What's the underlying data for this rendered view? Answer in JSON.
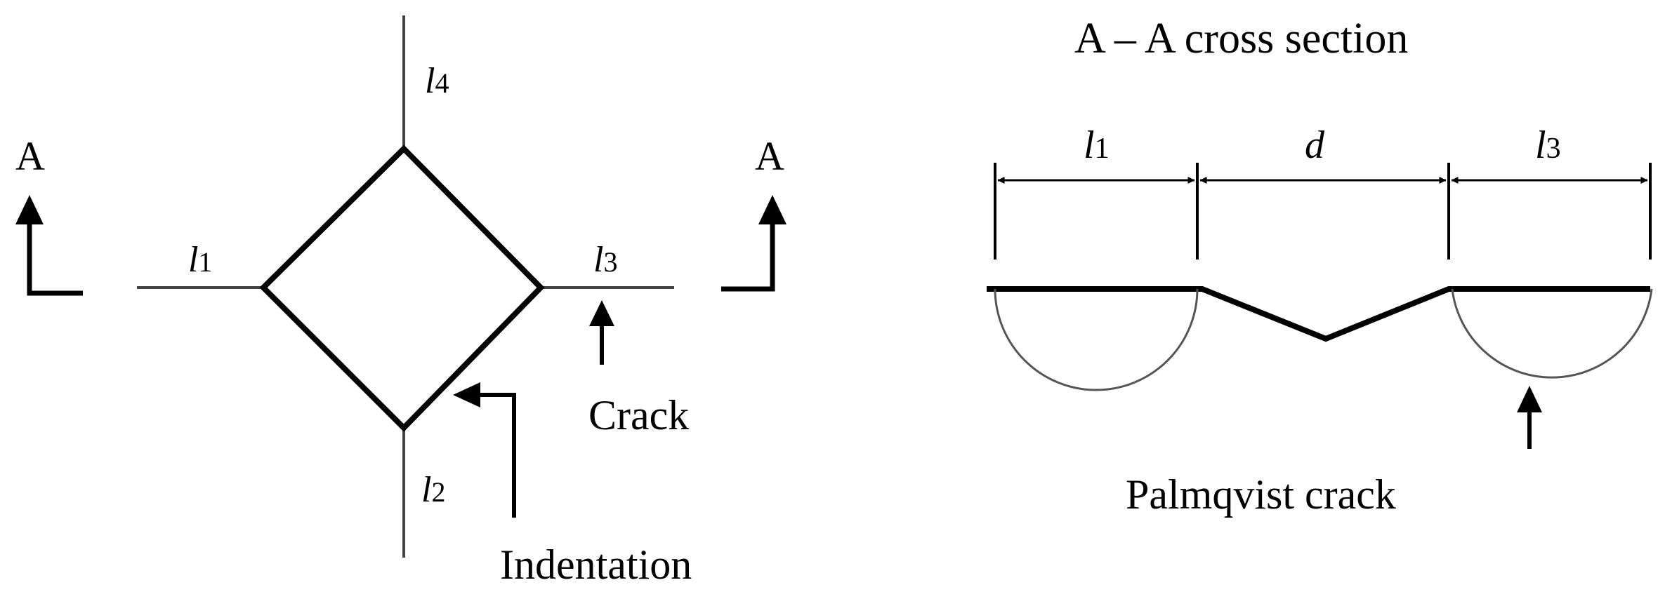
{
  "left_view": {
    "section_mark_left": "A",
    "section_mark_right": "A",
    "crack_labels": {
      "l1": {
        "base": "l",
        "sub": "1"
      },
      "l2": {
        "base": "l",
        "sub": "2"
      },
      "l3": {
        "base": "l",
        "sub": "3"
      },
      "l4": {
        "base": "l",
        "sub": "4"
      }
    },
    "crack_callout": "Crack",
    "indentation_callout": "Indentation"
  },
  "right_view": {
    "title": "A – A cross section",
    "dimension_labels": {
      "l1": {
        "base": "l",
        "sub": "1"
      },
      "d": "d",
      "l3": {
        "base": "l",
        "sub": "3"
      }
    },
    "palmqvist_callout": "Palmqvist crack"
  },
  "colors": {
    "outline": "#000000",
    "crack_line": "#444444",
    "arc": "#555555",
    "background": "#ffffff"
  }
}
